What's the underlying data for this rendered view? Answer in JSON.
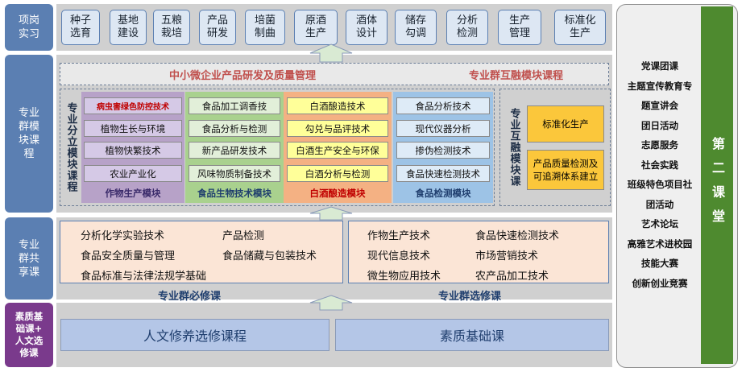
{
  "left_labels": [
    {
      "text": "项岗\n实习"
    },
    {
      "text": "专业\n群模\n块课\n程"
    },
    {
      "text": "专业\n群共\n享课"
    },
    {
      "text": "素质基\n础课+\n人文选\n修课"
    }
  ],
  "internship": [
    "种子\n选育",
    "基地\n建设",
    "五粮\n栽培",
    "产品\n研发",
    "培菌\n制曲",
    "原酒\n生产",
    "酒体\n设计",
    "储存\n勾调",
    "分析\n检测",
    "生产\n管理",
    "标准化\n生产"
  ],
  "module_header": {
    "left": "中小微企业产品研发及质量管理",
    "right": "专业群互融模块课程"
  },
  "split_label": "专业分立模块课程",
  "modules": [
    {
      "items": [
        "病虫害绿色防控技术",
        "植物生长与环境",
        "植物快繁技术",
        "农业产业化"
      ],
      "footer": "作物生产模块"
    },
    {
      "items": [
        "食品加工调香技",
        "食品分析与检测",
        "新产品研发技术",
        "风味物质制备技术"
      ],
      "footer": "食品生物技术模块"
    },
    {
      "items": [
        "白酒酿造技术",
        "勾兑与品评技术",
        "白酒生产安全与环保",
        "白酒分析与检测"
      ],
      "footer": "白酒酿造模块"
    },
    {
      "items": [
        "食品分析技术",
        "现代仪器分析",
        "掺伪检测技术",
        "食品快速检测技术"
      ],
      "footer": "食品检测模块"
    }
  ],
  "fusion": {
    "label": "专业互融模块课",
    "items": [
      "标准化生产",
      "产品质量检测及\n可追溯体系建立"
    ]
  },
  "required": {
    "courses": [
      "分析化学实验技术",
      "产品检测",
      "食品安全质量与管理",
      "食品储藏与包装技术",
      "食品标准与法律法规学基础"
    ],
    "label": "专业群必修课"
  },
  "elective": {
    "courses": [
      "作物生产技术",
      "食品快速检测技术",
      "现代信息技术",
      "市场营销技术",
      "微生物应用技术",
      "农产品加工技术"
    ],
    "label": "专业群选修课"
  },
  "foundation": {
    "humanities": "人文修养选修课程",
    "basic": "素质基础课"
  },
  "second_classroom": {
    "title": "第二课堂",
    "items": [
      "党课团课",
      "主题宣传教育专",
      "题宣讲会",
      "团日活动",
      "志愿服务",
      "社会实践",
      "班级特色项目社",
      "团活动",
      "艺术论坛",
      "高雅艺术进校园",
      "技能大赛",
      "创新创业竞赛"
    ]
  },
  "colors": {
    "blue": "#5b7fb2",
    "purple": "#7a3a8c",
    "green": "#4e8a2f",
    "arrow": "#d9ead3",
    "orange_text": "#c0504d"
  }
}
